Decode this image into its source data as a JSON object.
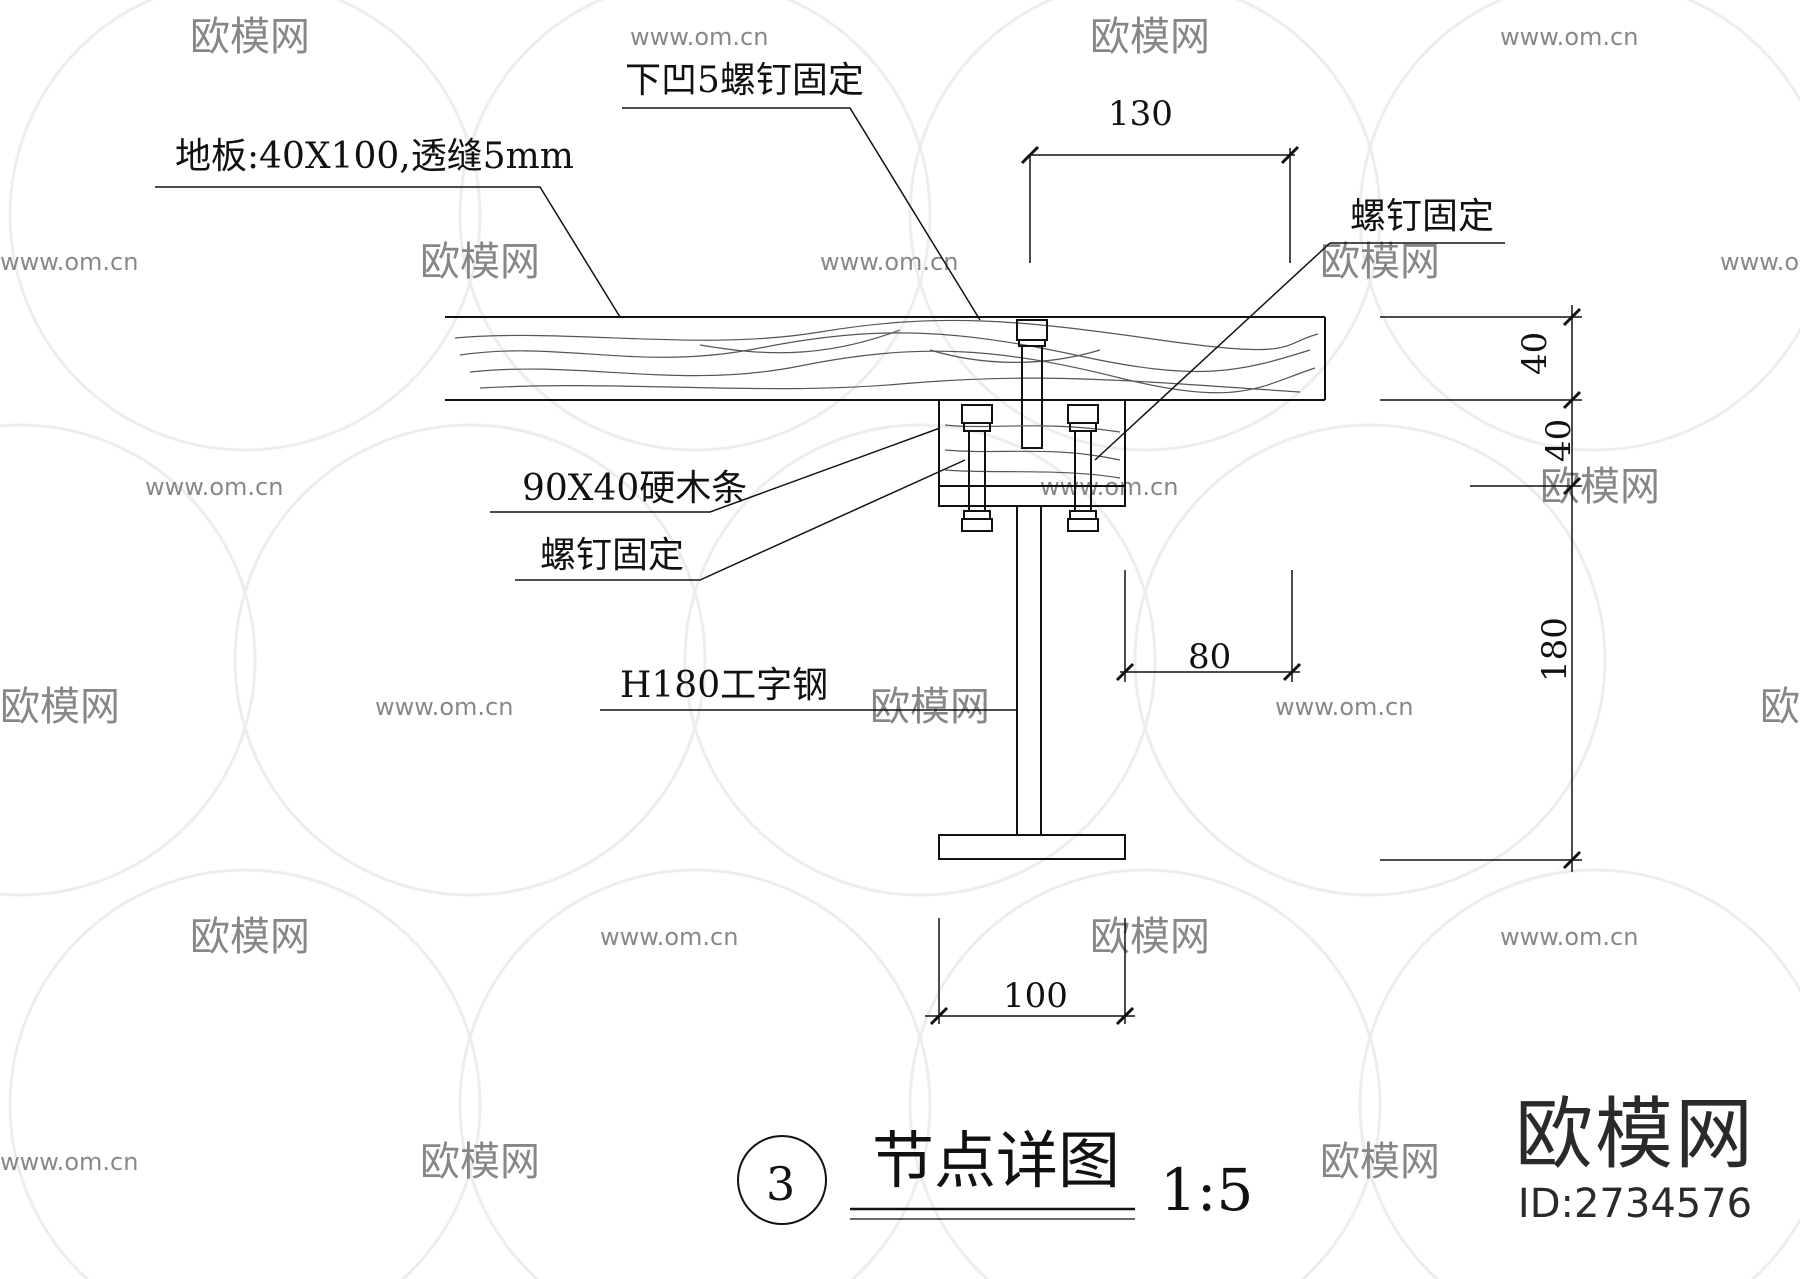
{
  "drawing": {
    "detail_number": "3",
    "title": "节点详图",
    "scale": "1:5",
    "callouts": {
      "floorboard": "地板:40X100,透缝5mm",
      "recessed_screw": "下凹5螺钉固定",
      "screw_right": "螺钉固定",
      "hardwood_strip": "90X40硬木条",
      "screw_left": "螺钉固定",
      "steel_beam": "H180工字钢"
    },
    "dimensions": {
      "top_width": "130",
      "board_thickness": "40",
      "strip_thickness": "40",
      "beam_height": "180",
      "half_flange": "80",
      "flange_width": "100"
    }
  },
  "watermark": {
    "brand": "欧模网",
    "site": "www.om.cn",
    "id": "ID:2734576"
  }
}
